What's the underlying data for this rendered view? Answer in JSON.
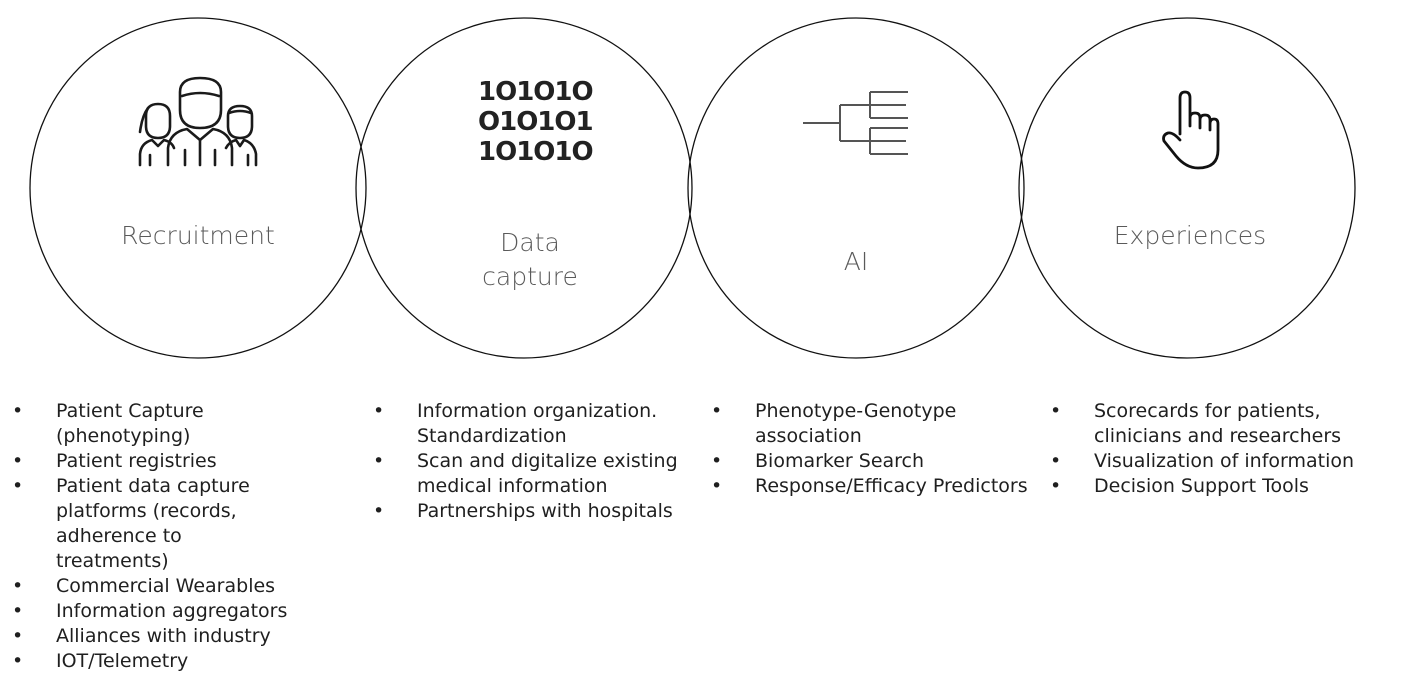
{
  "columns": [
    {
      "title": "Recruitment",
      "icon": "people-group-icon",
      "bullets": [
        "Patient Capture (phenotyping)",
        "Patient registries",
        "Patient data capture platforms (records, adherence to treatments)",
        "Commercial Wearables",
        "Information aggregators",
        "Alliances with industry",
        "IOT/Telemetry"
      ]
    },
    {
      "title_line1": "Data",
      "title_line2": "capture",
      "icon": "binary-data-icon",
      "binary_rows": [
        "1O1O1O",
        "O1O1O1",
        "1O1O1O"
      ],
      "bullets": [
        "Information organization. Standardization",
        "Scan and digitalize existing medical information",
        "Partnerships with hospitals"
      ]
    },
    {
      "title": "AI",
      "icon": "hierarchy-tree-icon",
      "bullets": [
        "Phenotype-Genotype association",
        "Biomarker Search",
        "Response/Efficacy Predictors"
      ]
    },
    {
      "title": "Experiences",
      "icon": "pointing-hand-icon",
      "bullets": [
        "Scorecards for patients, clinicians and researchers",
        "Visualization of information",
        "Decision Support Tools"
      ]
    }
  ]
}
